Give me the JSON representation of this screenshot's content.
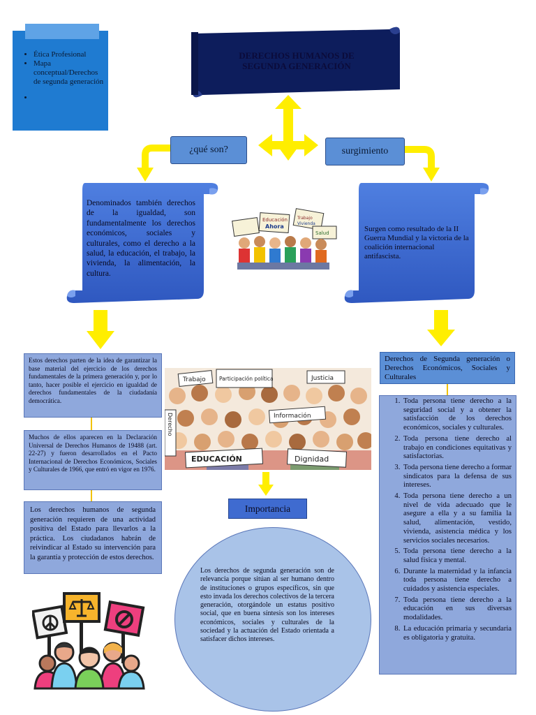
{
  "colors": {
    "navy": "#0d1d5c",
    "blue_scroll": "#3f6bd0",
    "light_blue": "#8fa8dc",
    "mid_blue": "#5b8fd6",
    "yellow": "#ffee00",
    "circle": "#a9c3e8",
    "note_blue": "#1f7bd1"
  },
  "note": {
    "items": [
      "Ética Profesional",
      "Mapa conceptual/Derechos de segunda generación",
      ""
    ]
  },
  "title": {
    "line1": "DERECHOS HUMANOS DE",
    "line2": "SEGUNDA GENERACIÓN"
  },
  "left_label": "¿qué son?",
  "right_label": "surgimiento",
  "definition": "Denominados también derechos de la igualdad, son fundamentalmente los derechos económicos, sociales y culturales, como el derecho a la salud, la educación, el trabajo, la vivienda, la alimentación, la cultura.",
  "origin": "Surgen como resultado de la II Guerra Mundial y la victoria de la coalición internacional antifascista.",
  "left_boxes": [
    "Estos derechos parten de la idea de garantizar la base material del ejercicio de los derechos fundamentales de la primera generación y, por lo tanto, hacer posible el ejercicio en igualdad de derechos fundamentales de la ciudadanía democrática.",
    "Muchos de ellos aparecen en la Declaración Universal de Derechos Humanos de 19488 (art. 22-27) y fueron desarrollados en el Pacto Internacional de Derechos Económicos, Sociales y Culturales de 1966, que entró en vigor en 1976.",
    "Los derechos humanos de segunda generación requieren de una actividad positiva del Estado para llevarlos a la práctica. Los ciudadanos habrán de reivindicar al Estado su intervención para la garantía y protección de estos derechos."
  ],
  "importance_label": "Importancia",
  "importance_text": "Los derechos de segunda generación son de relevancia porque sitúan al ser humano dentro de instituciones o grupos específicos, sin que esto invada los derechos colectivos de la tercera generación, otorgándole un estatus positivo social, que en buena síntesis son los intereses económicos, sociales y culturales de la sociedad y la actuación del Estado orientada a satisfacer dichos intereses.",
  "rights_header": "Derechos de Segunda generación o Derechos Económicos, Sociales y Culturales",
  "rights": [
    "Toda persona tiene derecho a la seguridad social y a obtener la satisfacción de los derechos económicos, sociales y culturales.",
    "Toda persona tiene derecho al trabajo en condiciones equitativas y satisfactorias.",
    "Toda persona tiene derecho a formar sindicatos para la defensa de sus intereses.",
    "Toda persona tiene derecho a un nivel de vida adecuado que le asegure a ella y a su familia la salud, alimentación, vestido, vivienda, asistencia médica y los servicios sociales necesarios.",
    "Toda persona tiene derecho a la salud física y mental.",
    "Durante la maternidad y la infancia toda persona tiene derecho a cuidados y asistencia especiales.",
    "Toda persona tiene derecho a la educación en sus diversas modalidades.",
    "La educación primaria y secundaria es obligatoria y gratuita."
  ],
  "top_img_signs": [
    "Educación",
    "Ahora",
    "Trabajo",
    "Vivienda",
    "Salud"
  ],
  "crowd_signs": [
    "Trabajo",
    "Participación política",
    "Justicia",
    "Información",
    "Derecho",
    "EDUCACIÓN",
    "Dignidad"
  ]
}
